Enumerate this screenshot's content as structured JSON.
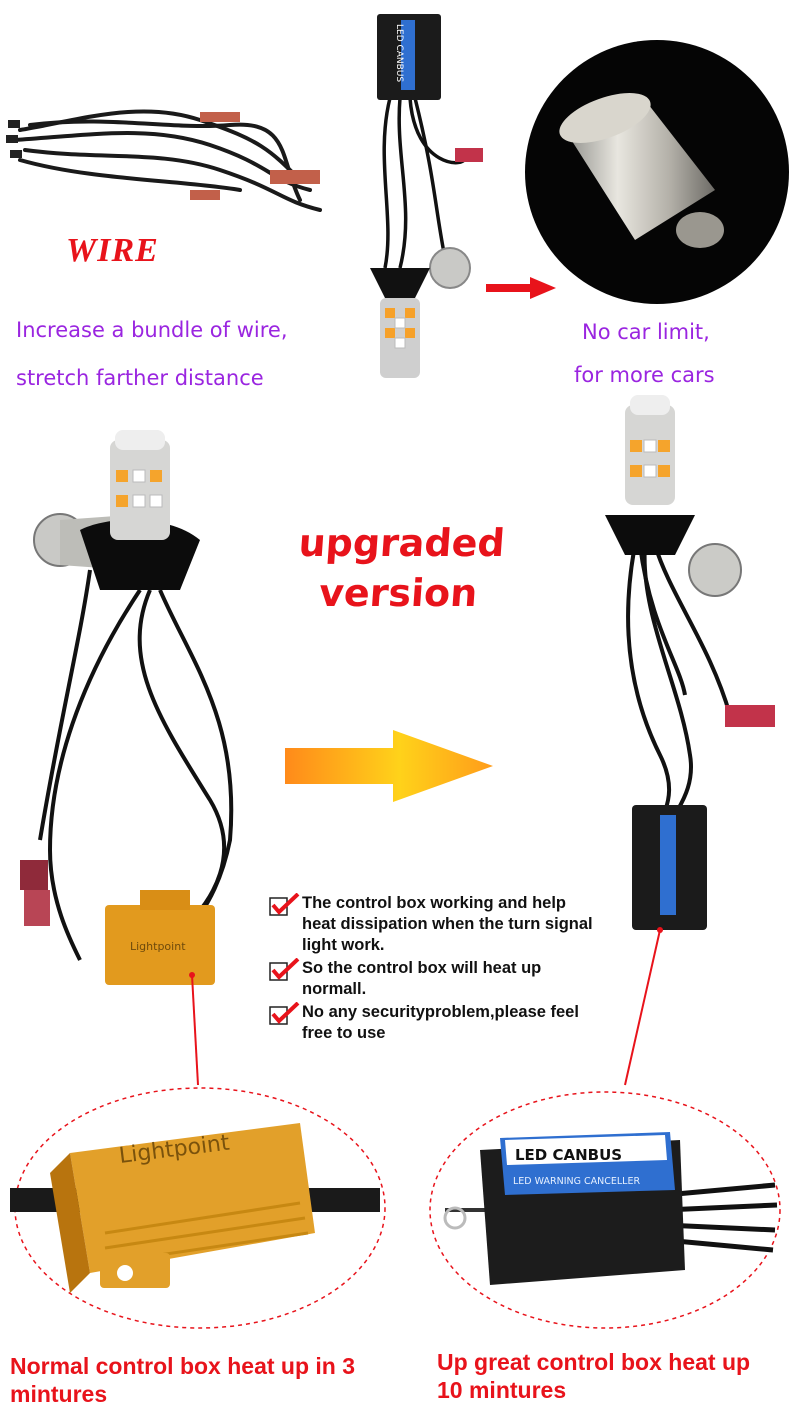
{
  "wire_section": {
    "title": "WIRE",
    "line1": "Increase a bundle of wire,",
    "line2": "stretch farther distance"
  },
  "limit_section": {
    "line1": "No car limit,",
    "line2": "for more cars"
  },
  "upgrade": {
    "line1": "upgraded",
    "line2": "version"
  },
  "features": [
    "The control box working and help heat dissipation when the turn signal light work.",
    "So the control box will heat up normall.",
    "No any securityproblem,please feel free to use"
  ],
  "labels": {
    "canbus_top": "LED CANBUS",
    "canbus_sub": "LED WARNING CANCELLER",
    "resistor_brand": "Lightpoint"
  },
  "captions": {
    "left": "Normal control box heat up in 3 mintures",
    "right": "Up great control box heat up 10 mintures"
  },
  "colors": {
    "accent_red": "#e8131b",
    "purple_text": "#9a25e0",
    "resistor_gold": "#e29a1e"
  }
}
